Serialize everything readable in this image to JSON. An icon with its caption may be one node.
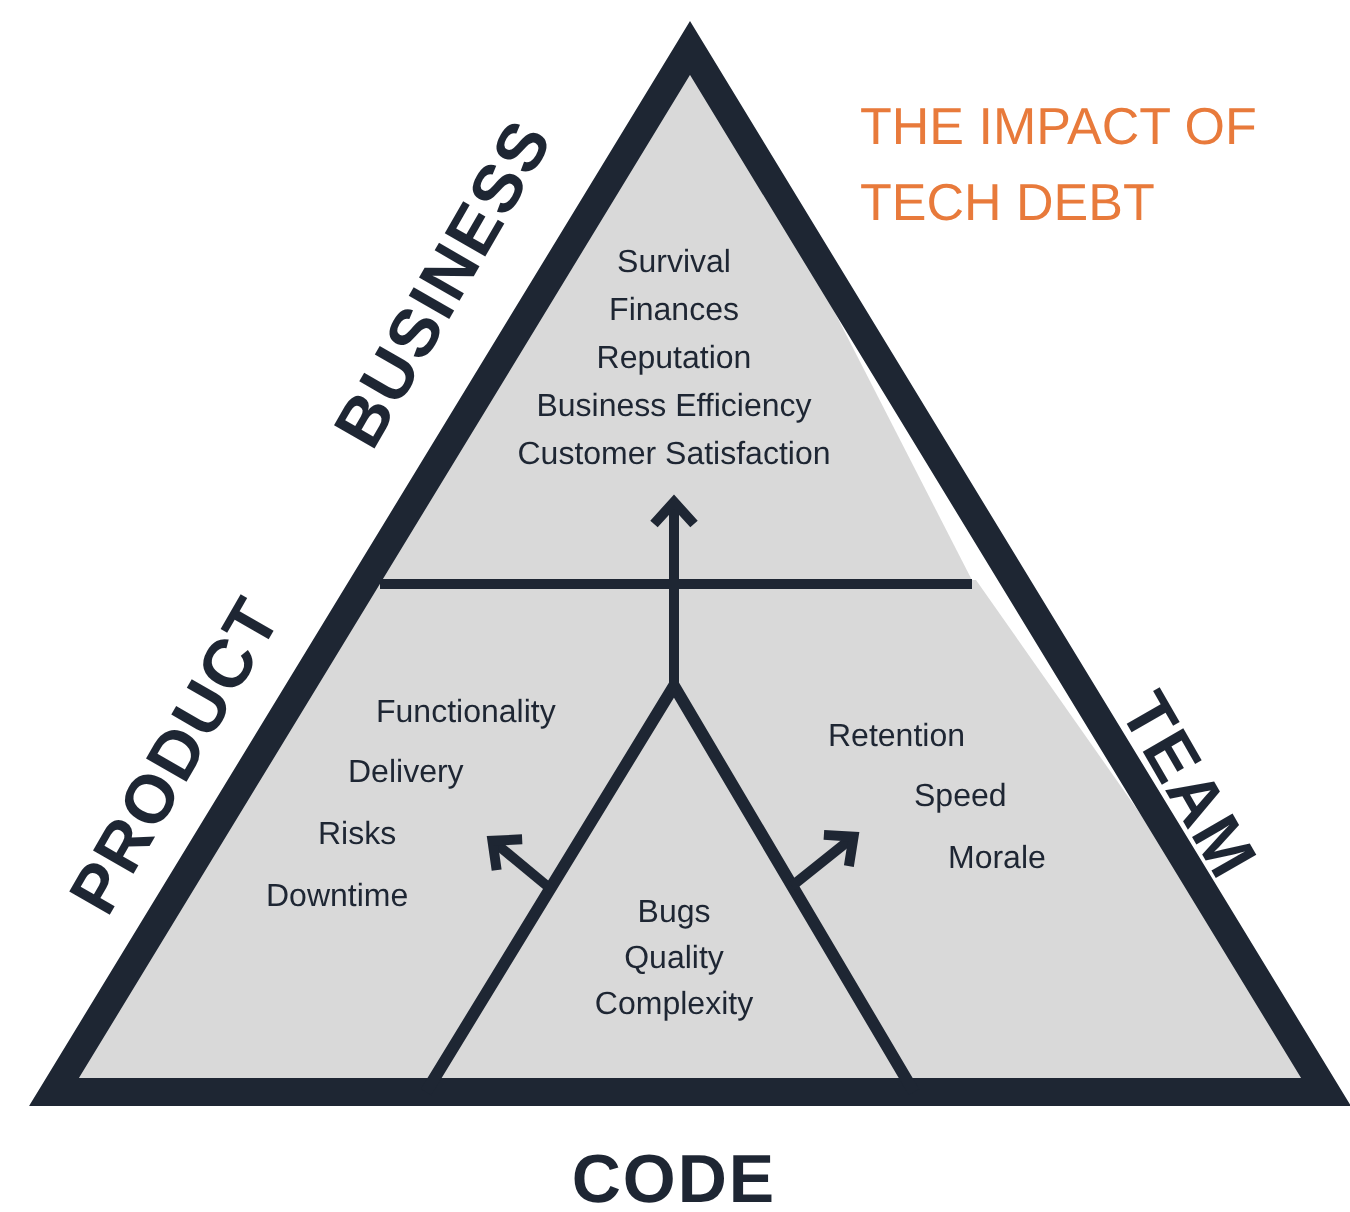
{
  "diagram": {
    "title": "THE IMPACT OF TECH DEBT",
    "nodes": [
      {
        "text": [
          "Survival",
          "Finances",
          "Reputation",
          "Business Efficiency",
          "Customer Satisfaction"
        ],
        "beside": [
          "BUSINESS"
        ]
      },
      {
        "text": [
          "Functionality",
          "Delivery",
          "Risks",
          "Downtime"
        ],
        "beside": [
          "PRODUCT"
        ]
      },
      {
        "text": [
          "Retention",
          "Speed",
          "Morale"
        ],
        "beside": [
          "TEAM"
        ]
      },
      {
        "text": [
          "Bugs",
          "Quality",
          "Complexity"
        ],
        "beside": [
          "CODE"
        ]
      }
    ],
    "edges": [
      {
        "from": 3,
        "to": 0,
        "arrow": "to"
      },
      {
        "from": 3,
        "to": 1,
        "arrow": "to"
      },
      {
        "from": 3,
        "to": 2,
        "arrow": "to"
      }
    ]
  }
}
